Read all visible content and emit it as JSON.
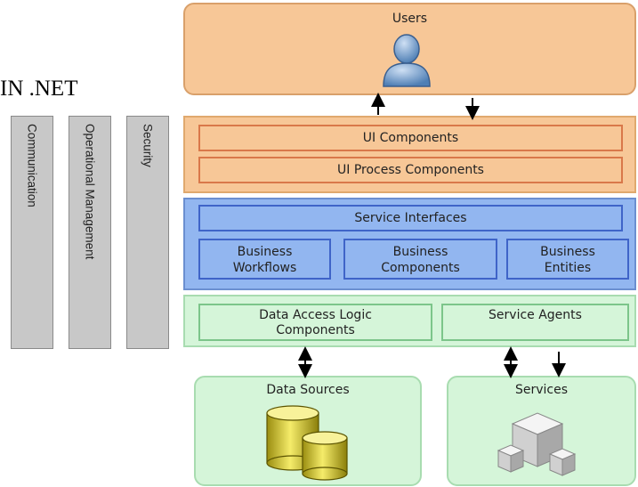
{
  "heading": "IN .NET",
  "cross_cutting": {
    "communication": "Communication",
    "operational_management": "Operational Management",
    "security": "Security"
  },
  "users": {
    "label": "Users",
    "icon": "user-icon"
  },
  "presentation": {
    "ui_components": "UI Components",
    "ui_process_components": "UI Process Components"
  },
  "business": {
    "service_interfaces": "Service Interfaces",
    "workflows_line1": "Business",
    "workflows_line2": "Workflows",
    "components_line1": "Business",
    "components_line2": "Components",
    "entities_line1": "Business",
    "entities_line2": "Entities"
  },
  "data": {
    "dal_line1": "Data Access Logic",
    "dal_line2": "Components",
    "service_agents": "Service Agents"
  },
  "data_sources": {
    "label": "Data Sources",
    "icon": "database-icon"
  },
  "services": {
    "label": "Services",
    "icon": "cubes-icon"
  },
  "colors": {
    "presentation": "#f7c797",
    "business": "#92b6f0",
    "data": "#d5f5d9",
    "cross_cutting": "#c8c8c8"
  }
}
